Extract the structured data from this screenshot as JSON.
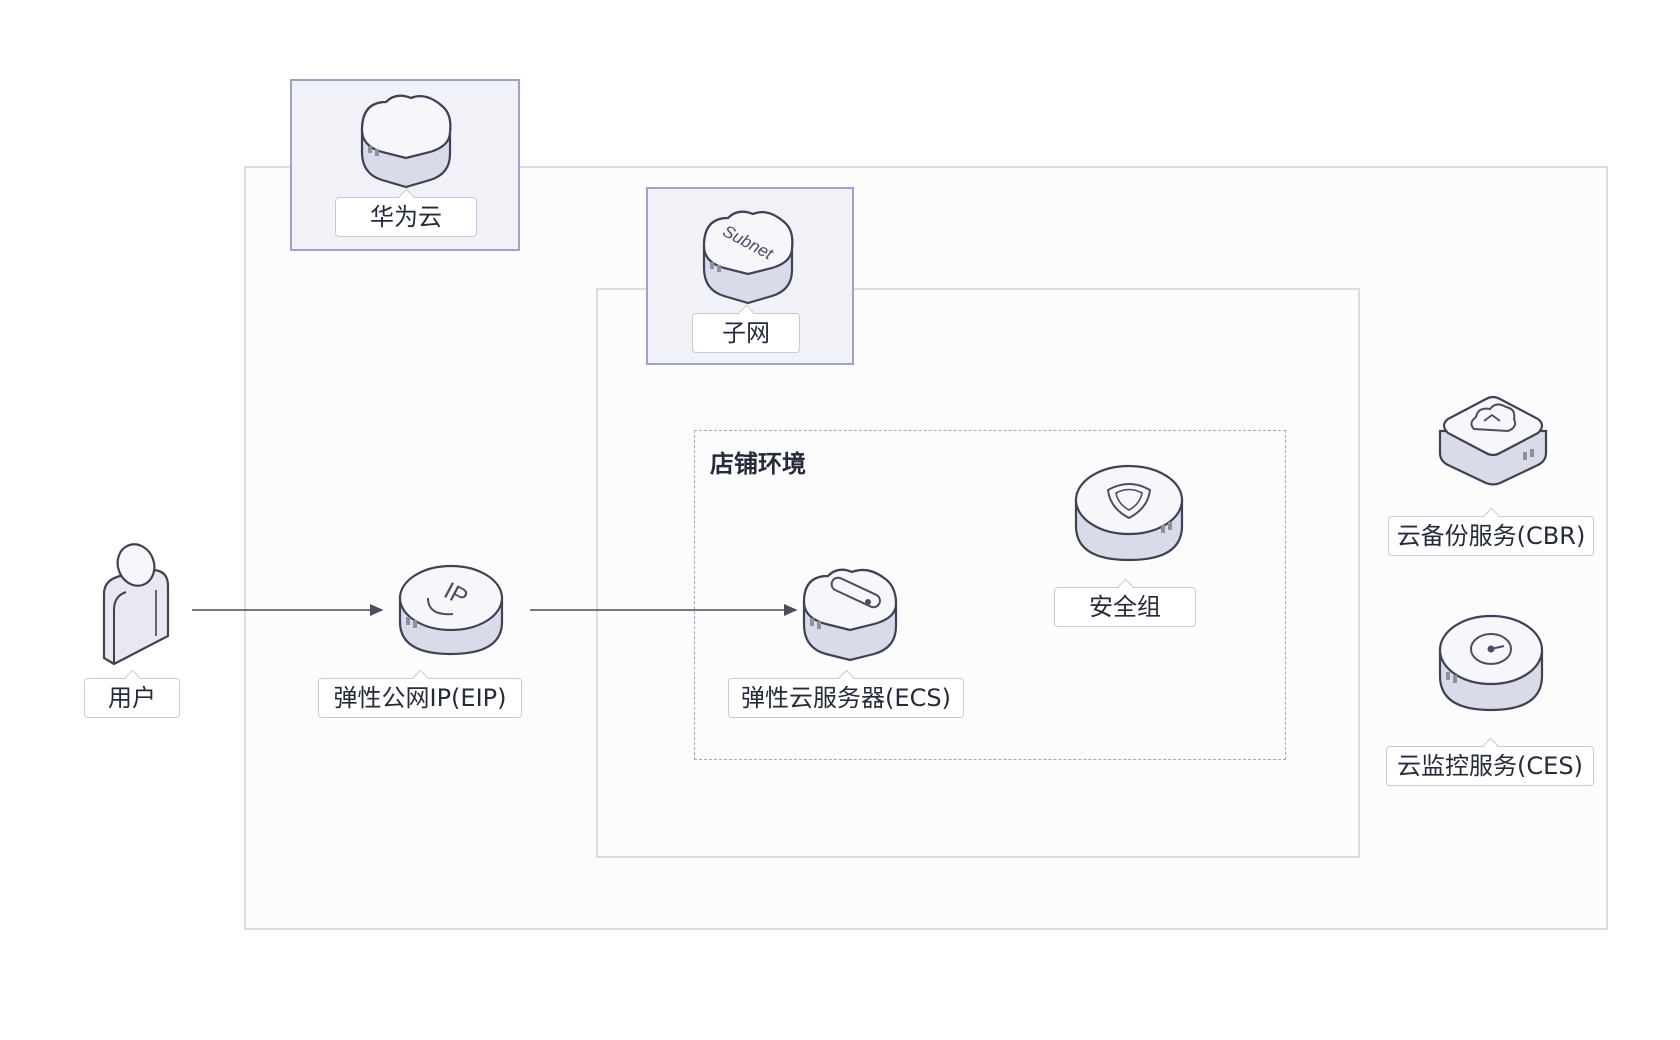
{
  "diagram": {
    "cloud": {
      "label": "华为云",
      "icon": "cloud-icon"
    },
    "subnet": {
      "label": "子网",
      "icon": "subnet-icon",
      "icon_text": "Subnet"
    },
    "environment": {
      "title": "店铺环境"
    },
    "user": {
      "label": "用户",
      "icon": "user-icon"
    },
    "eip": {
      "label": "弹性公网IP(EIP)",
      "icon": "eip-icon",
      "icon_text": "IP"
    },
    "ecs": {
      "label": "弹性云服务器(ECS)",
      "icon": "ecs-icon"
    },
    "security_group": {
      "label": "安全组",
      "icon": "shield-icon"
    },
    "cbr": {
      "label": "云备份服务(CBR)",
      "icon": "backup-icon"
    },
    "ces": {
      "label": "云监控服务(CES)",
      "icon": "monitor-icon"
    },
    "colors": {
      "accent": "#9ea1c9",
      "panel": "#f1f1f8",
      "line": "#4a4d5a"
    }
  }
}
